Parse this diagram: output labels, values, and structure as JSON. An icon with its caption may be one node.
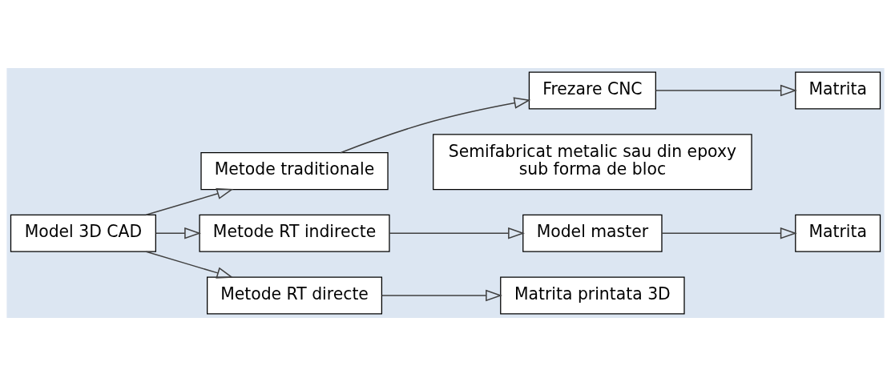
{
  "diagram": {
    "nodes": [
      {
        "text": [
          "Model 3D CAD"
        ]
      },
      {
        "text": [
          "Metode traditionale"
        ]
      },
      {
        "text": [
          "Frezare CNC"
        ]
      },
      {
        "text": [
          "Matrita"
        ]
      },
      {
        "text": [
          "Semifabricat metalic sau din epoxy sub forma de bloc"
        ]
      },
      {
        "text": [
          "Metode RT indirecte"
        ]
      },
      {
        "text": [
          "Model master"
        ]
      },
      {
        "text": [
          "Matrita"
        ]
      },
      {
        "text": [
          "Metode RT directe"
        ]
      },
      {
        "text": [
          "Matrita printata 3D"
        ]
      }
    ],
    "edges": [
      {
        "from": 0,
        "to": 1,
        "arrow": "to"
      },
      {
        "from": 0,
        "to": 5,
        "arrow": "to"
      },
      {
        "from": 0,
        "to": 8,
        "arrow": "to"
      },
      {
        "from": 1,
        "to": 2,
        "arrow": "to"
      },
      {
        "from": 2,
        "to": 3,
        "arrow": "to"
      },
      {
        "from": 5,
        "to": 6,
        "arrow": "to"
      },
      {
        "from": 6,
        "to": 7,
        "arrow": "to"
      },
      {
        "from": 8,
        "to": 9,
        "arrow": "to"
      }
    ]
  }
}
